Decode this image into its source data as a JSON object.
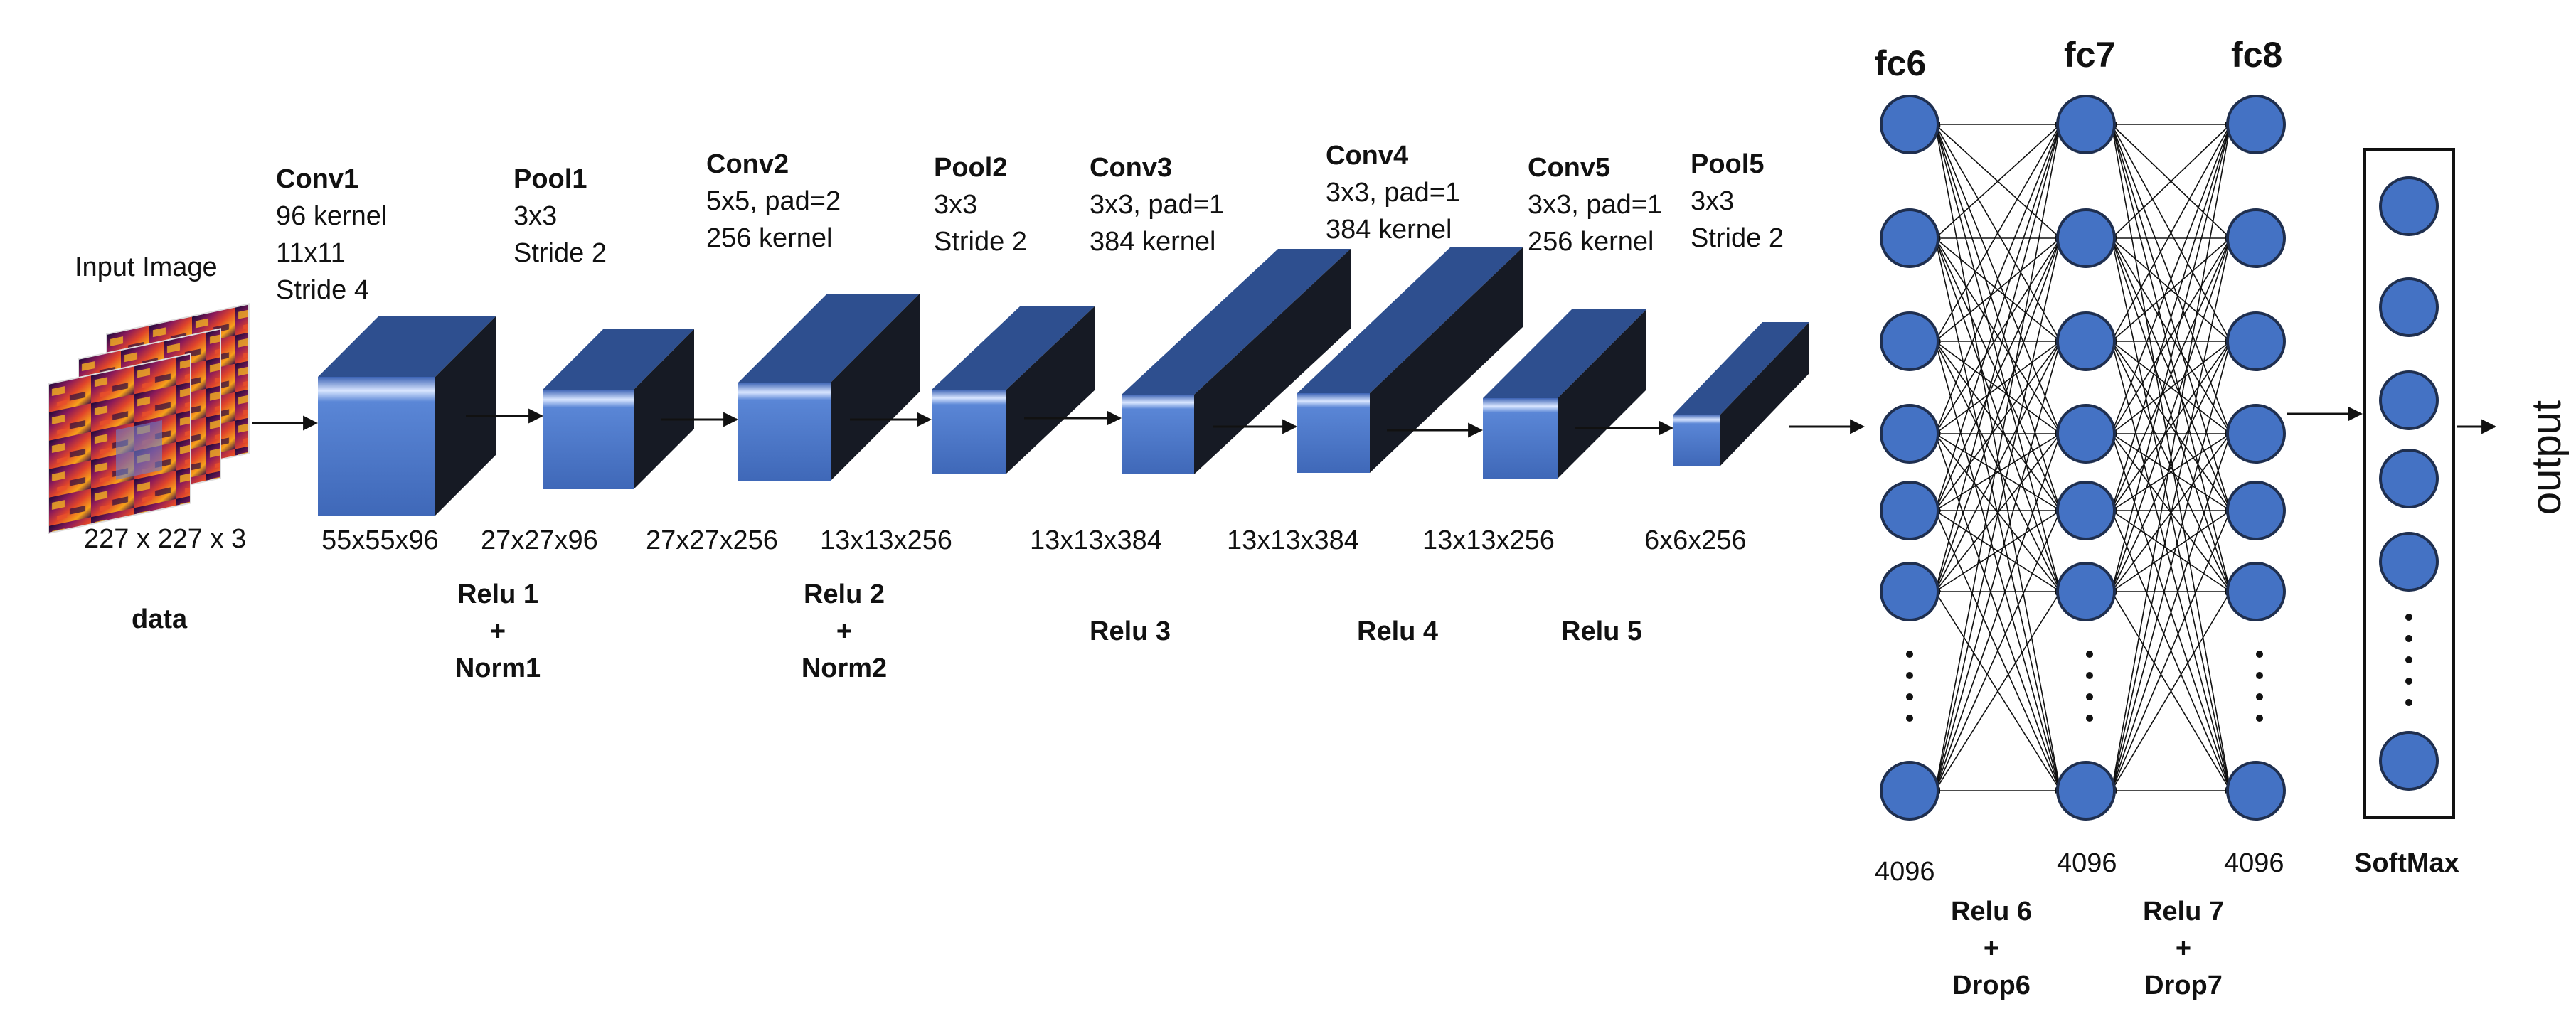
{
  "input": {
    "title": "Input Image",
    "dims": "227 x 227 x 3",
    "name": "data"
  },
  "layers": [
    {
      "name": "Conv1",
      "details": [
        "96 kernel",
        "11x11",
        "Stride 4"
      ],
      "output": "55x55x96"
    },
    {
      "name": "Pool1",
      "details": [
        "3x3",
        "Stride 2"
      ],
      "output": "27x27x96"
    },
    {
      "name": "Conv2",
      "details": [
        "5x5, pad=2",
        "256 kernel"
      ],
      "output": "27x27x256"
    },
    {
      "name": "Pool2",
      "details": [
        "3x3",
        "Stride 2"
      ],
      "output": "13x13x256"
    },
    {
      "name": "Conv3",
      "details": [
        "3x3, pad=1",
        "384 kernel"
      ],
      "output": "13x13x384"
    },
    {
      "name": "Conv4",
      "details": [
        "3x3, pad=1",
        "384 kernel"
      ],
      "output": "13x13x384"
    },
    {
      "name": "Conv5",
      "details": [
        "3x3, pad=1",
        "256 kernel"
      ],
      "output": "13x13x256"
    },
    {
      "name": "Pool5",
      "details": [
        "3x3",
        "Stride 2"
      ],
      "output": "6x6x256"
    }
  ],
  "activations": [
    {
      "top": "Relu 1",
      "plus": "+",
      "bottom": "Norm1"
    },
    {
      "top": "Relu 2",
      "plus": "+",
      "bottom": "Norm2"
    },
    {
      "top": "Relu 3"
    },
    {
      "top": "Relu 4"
    },
    {
      "top": "Relu 5"
    }
  ],
  "fc": [
    {
      "name": "fc6",
      "units": "4096"
    },
    {
      "name": "fc7",
      "units": "4096"
    },
    {
      "name": "fc8",
      "units": "4096"
    }
  ],
  "fc_activations": [
    {
      "top": "Relu 6",
      "plus": "+",
      "bottom": "Drop6"
    },
    {
      "top": "Relu 7",
      "plus": "+",
      "bottom": "Drop7"
    }
  ],
  "softmax": {
    "label": "SoftMax"
  },
  "output": {
    "label": "output"
  },
  "colors": {
    "node_fill": "#4472c4",
    "node_stroke": "#1f2f4f",
    "cube_front": "#4a74c8",
    "cube_top": "#2e4f8f",
    "cube_side": "#161a24"
  }
}
